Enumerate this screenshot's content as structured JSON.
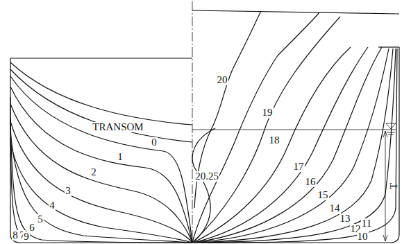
{
  "diagram": {
    "labels": [
      "TRANSOM",
      "0",
      "1",
      "2",
      "3",
      "4",
      "5",
      "6",
      "8",
      "7",
      "9",
      "20",
      "19",
      "18",
      "17",
      "16",
      "15",
      "14",
      "13",
      "12",
      "11",
      "10",
      "20.25",
      "T"
    ]
  }
}
